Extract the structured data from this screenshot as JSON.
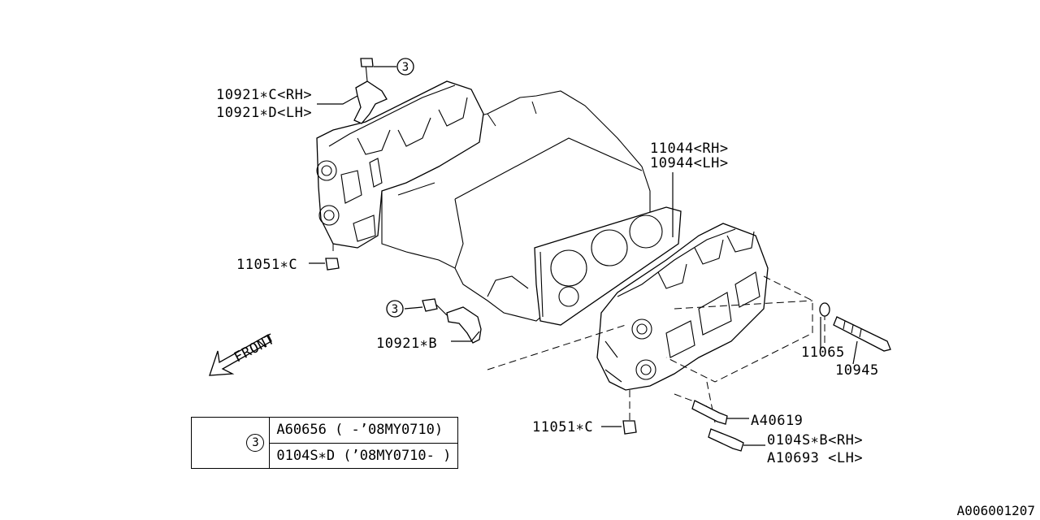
{
  "labels": {
    "p10921c": "10921∗C<RH>",
    "p10921d": "10921∗D<LH>",
    "p11044": "11044<RH>",
    "p10944": "10944<LH>",
    "p11051c_top": "11051∗C",
    "p10921b": "10921∗B",
    "p11065": "11065",
    "p10945": "10945",
    "p11051c_bottom": "11051∗C",
    "pA40619": "A40619",
    "p0104sb": "0104S∗B<RH>",
    "pA10693": "A10693 <LH>",
    "front": "FRONT"
  },
  "callout_ref": "3",
  "ref_table": {
    "ref": "3",
    "rows": [
      "A60656 ( -’08MY0710)",
      "0104S∗D (’08MY0710- )"
    ]
  },
  "diagram_id": "A006001207"
}
